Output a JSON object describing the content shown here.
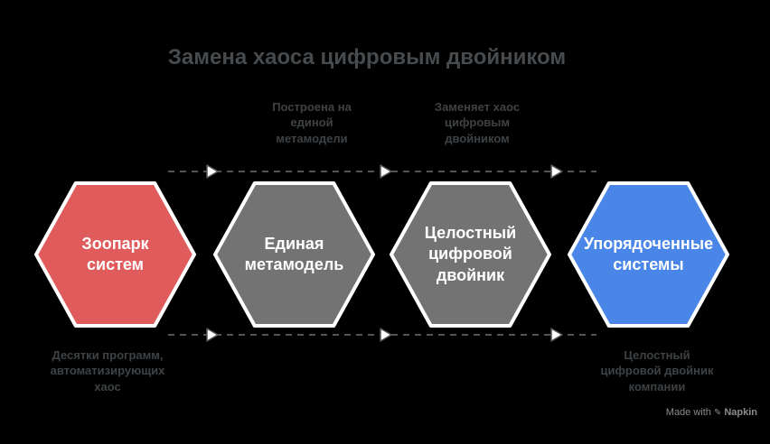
{
  "title": "Замена хаоса цифровым двойником",
  "theme": {
    "background": "#000000",
    "title_color": "#474b4e",
    "annotation_color": "#3e4245",
    "dashed_line_color": "#515558",
    "hexagon_border_color": "#ffffff",
    "hexagon_text_color": "#ffffff",
    "red": "#e05c5c",
    "gray": "#737373",
    "blue": "#4a86e8"
  },
  "steps": [
    {
      "label": "Зоопарк\nсистем",
      "color": "#e05c5c",
      "annotation": "Десятки программ,\nавтоматизирующих\nхаос",
      "annotation_position": "below"
    },
    {
      "label": "Единая\nметамодель",
      "color": "#737373",
      "annotation": "Построена на\nединой\nметамодели",
      "annotation_position": "above"
    },
    {
      "label": "Целостный\nцифровой\nдвойник",
      "color": "#737373",
      "annotation": "Заменяет хаос\nцифровым\nдвойником",
      "annotation_position": "above"
    },
    {
      "label": "Упорядоченные\nсистемы",
      "color": "#4a86e8",
      "annotation": "Целостный\nцифровой двойник\nкомпании",
      "annotation_position": "below"
    }
  ],
  "watermark": {
    "prefix": "Made with",
    "pen_icon": "✎",
    "brand": "Napkin"
  }
}
